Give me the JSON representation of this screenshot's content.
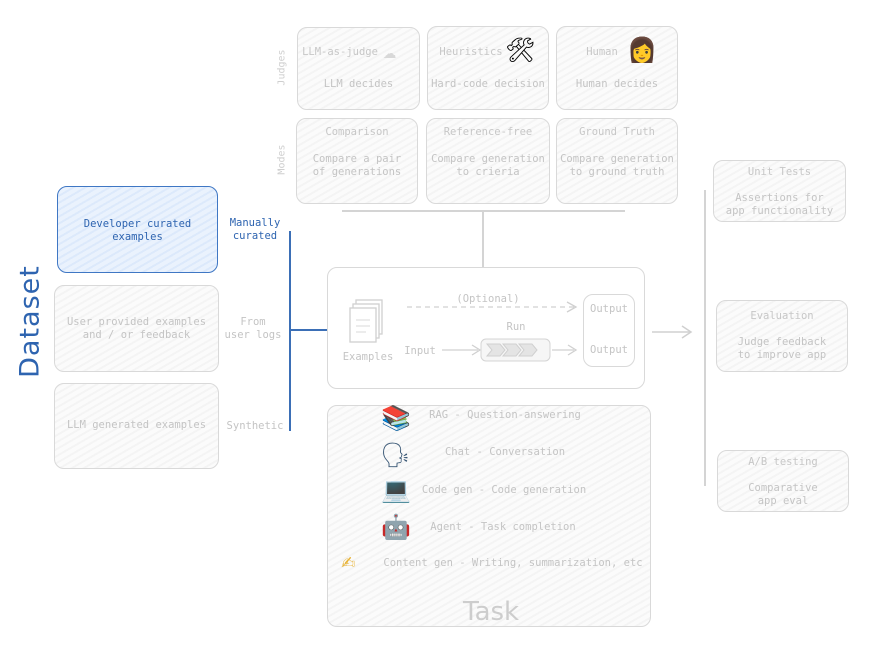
{
  "judges": {
    "axis_label": "Judges",
    "items": [
      {
        "title": "LLM-as-judge",
        "desc": "LLM decides",
        "icon": "brain-icon"
      },
      {
        "title": "Heuristics",
        "desc": "Hard-code decision",
        "icon": "tools-icon"
      },
      {
        "title": "Human",
        "desc": "Human decides",
        "icon": "person-icon"
      }
    ]
  },
  "modes": {
    "axis_label": "Modes",
    "items": [
      {
        "title": "Comparison",
        "desc": "Compare a pair\nof generations"
      },
      {
        "title": "Reference-free",
        "desc": "Compare generation\nto crieria"
      },
      {
        "title": "Ground Truth",
        "desc": "Compare generation\nto ground truth"
      }
    ]
  },
  "dataset": {
    "title": "Dataset",
    "sources": [
      {
        "box": "Developer curated\nexamples",
        "label": "Manually\ncurated",
        "active": true
      },
      {
        "box": "User provided examples\nand / or feedback",
        "label": "From\nuser logs",
        "active": false
      },
      {
        "box": "LLM generated examples",
        "label": "Synthetic",
        "active": false
      }
    ]
  },
  "pipeline": {
    "examples_label": "Examples",
    "optional_label": "(Optional)",
    "run_label": "Run",
    "input_label": "Input",
    "output_top": "Output",
    "output_bottom": "Output"
  },
  "task": {
    "title": "Task",
    "items": [
      {
        "label": "RAG - Question-answering",
        "icon": "books-icon",
        "glyph": "📚"
      },
      {
        "label": "Chat - Conversation",
        "icon": "speaking-head-icon",
        "glyph": "🗣"
      },
      {
        "label": "Code gen - Code generation",
        "icon": "laptop-icon",
        "glyph": "💻"
      },
      {
        "label": "Agent - Task completion",
        "icon": "robot-icon",
        "glyph": "🤖"
      },
      {
        "label": "Content gen - Writing, summarization, etc",
        "icon": "writing-hand-icon",
        "glyph": "✍"
      }
    ]
  },
  "applications": [
    {
      "title": "Unit Tests",
      "desc": "Assertions for\napp functionality"
    },
    {
      "title": "Evaluation",
      "desc": "Judge feedback\nto improve app"
    },
    {
      "title": "A/B testing",
      "desc": "Comparative\napp eval"
    }
  ],
  "colors": {
    "accent": "#2e64b0",
    "muted": "#c4c4c4",
    "border": "#d9d9d9"
  }
}
